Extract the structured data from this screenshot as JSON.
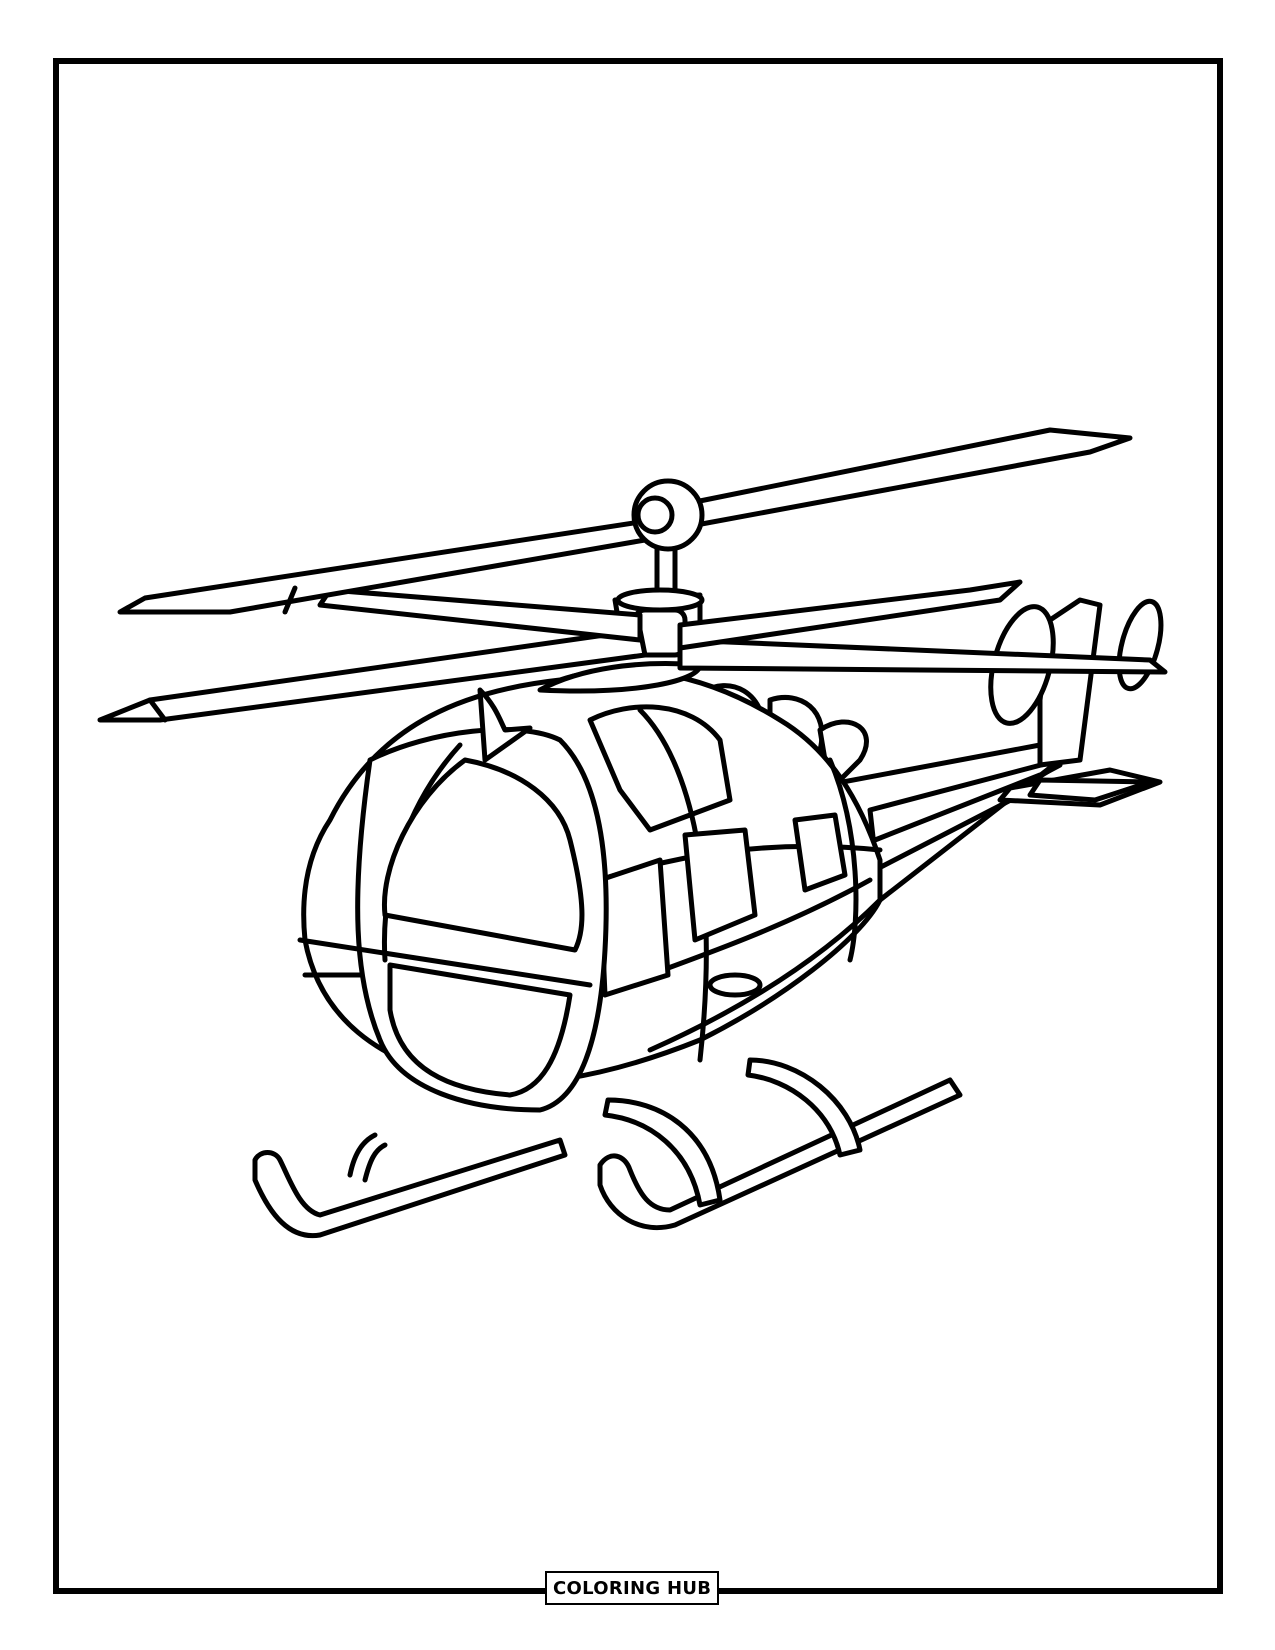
{
  "page": {
    "type": "coloring-page",
    "subject": "helicopter",
    "background_color": "#ffffff",
    "line_color": "#000000"
  },
  "frame": {
    "border_color": "#000000"
  },
  "brand": {
    "label": "COLORING HUB"
  },
  "artwork": {
    "icon": "helicopter-line-art",
    "parts": [
      "main-rotor-blades",
      "rotor-hub",
      "rotor-mast",
      "cockpit-canopy",
      "cabin-windows",
      "tail-boom",
      "tail-rotor",
      "horizontal-stabilizer",
      "landing-skids"
    ]
  }
}
